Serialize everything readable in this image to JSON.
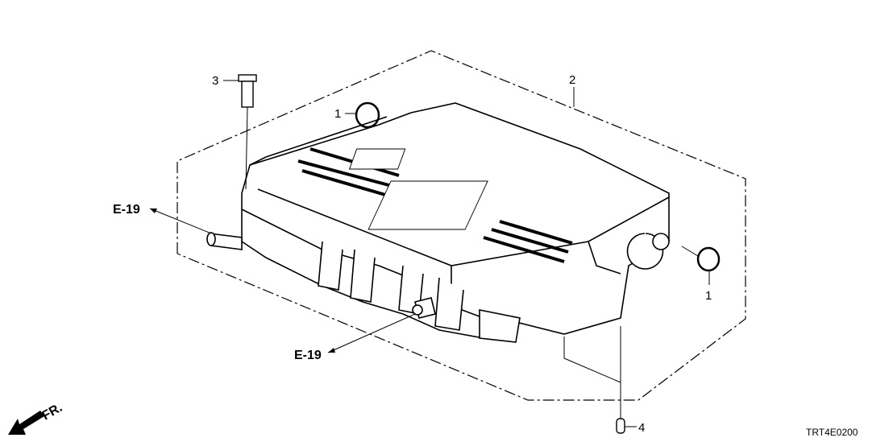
{
  "diagram": {
    "callouts": {
      "bolt": "3",
      "assembly": "2",
      "oring_left": "1",
      "oring_right": "1",
      "plug": "4",
      "ref_upper": "E-19",
      "ref_lower": "E-19"
    },
    "front_indicator": "FR.",
    "diagram_code": "TRT4E0200"
  }
}
